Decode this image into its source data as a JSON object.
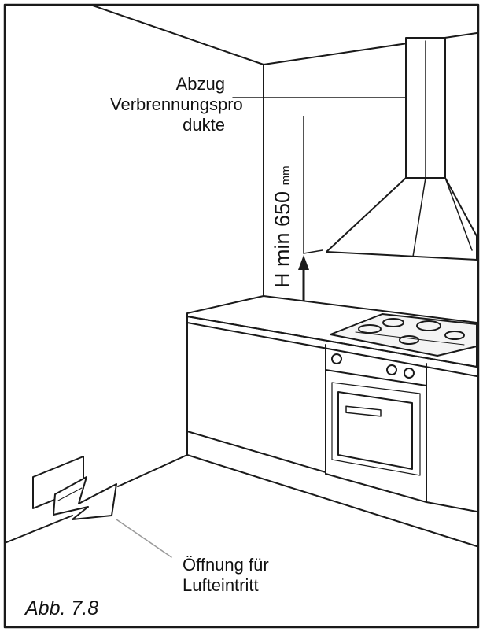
{
  "labels": {
    "exhaust_line1": "Abzug",
    "exhaust_line2": "Verbrennungspro",
    "exhaust_line3": "dukte",
    "height_main": "H min 650",
    "height_unit": "mm",
    "air_line1": "Öffnung für",
    "air_line2": "Lufteintritt",
    "figure_caption": "Abb. 7.8"
  },
  "colors": {
    "stroke": "#1a1a1a",
    "leader": "#9a9a9a",
    "fill_light": "#f4f4f4",
    "background": "#ffffff"
  }
}
